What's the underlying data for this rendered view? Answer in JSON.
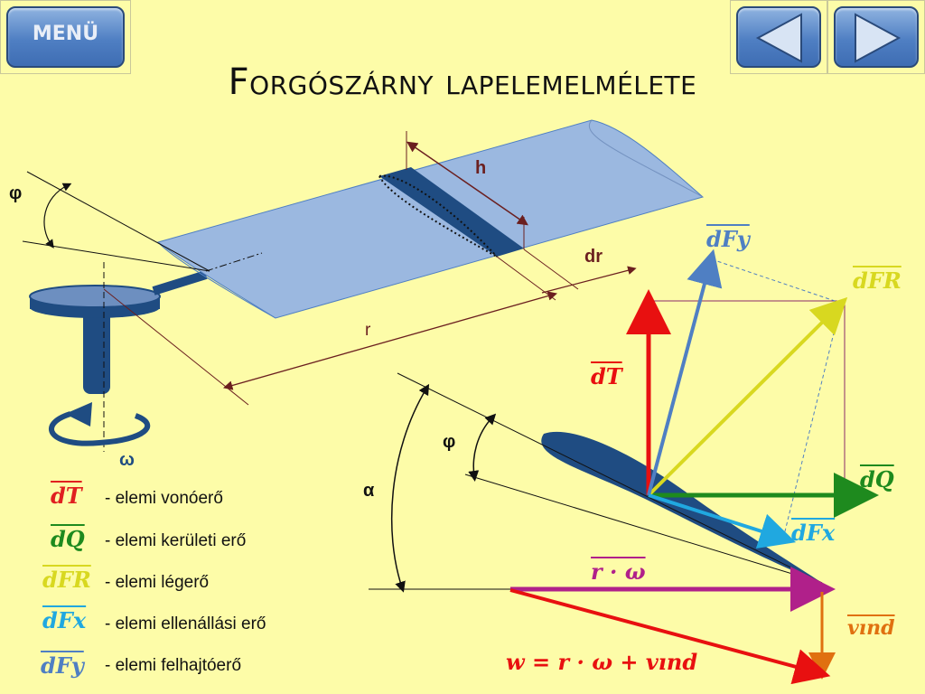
{
  "nav": {
    "menu_label": "MENÜ",
    "prev_icon": "left-triangle-icon",
    "next_icon": "right-triangle-icon"
  },
  "title": "Forgószárny lapelemelmélete",
  "diagram_labels": {
    "phi_top": "φ",
    "h": "h",
    "dr": "dr",
    "r": "r",
    "omega": "ω",
    "phi_mid": "φ",
    "alpha": "α",
    "dT": "dT",
    "dQ": "dQ",
    "dFR": "dFR",
    "dFx": "dFx",
    "dFy": "dFy",
    "r_omega": "r · ω",
    "v_ind": "vınd",
    "w_eq": "w = r · ω + vınd"
  },
  "legend": [
    {
      "symbol": "dT",
      "text": "- elemi vonóerő",
      "color": "#e02020"
    },
    {
      "symbol": "dQ",
      "text": "- elemi kerületi erő",
      "color": "#1e8a1e"
    },
    {
      "symbol": "dFR",
      "text": "- elemi légerő",
      "color": "#d8d820"
    },
    {
      "symbol": "dFx",
      "text": "- elemi ellenállási erő",
      "color": "#20a8e0"
    },
    {
      "symbol": "dFy",
      "text": "- elemi felhajtóerő",
      "color": "#4f7fc3"
    }
  ],
  "colors": {
    "background": "#fdfca8",
    "blade": "#9bb8e0",
    "dark_blue": "#1f4c82",
    "red": "#e81010",
    "green": "#1e8a1e",
    "yellow": "#d8d820",
    "cyan": "#20a8e0",
    "purple": "#b0208a",
    "orange": "#e07010",
    "brown": "#6b1f1f"
  }
}
